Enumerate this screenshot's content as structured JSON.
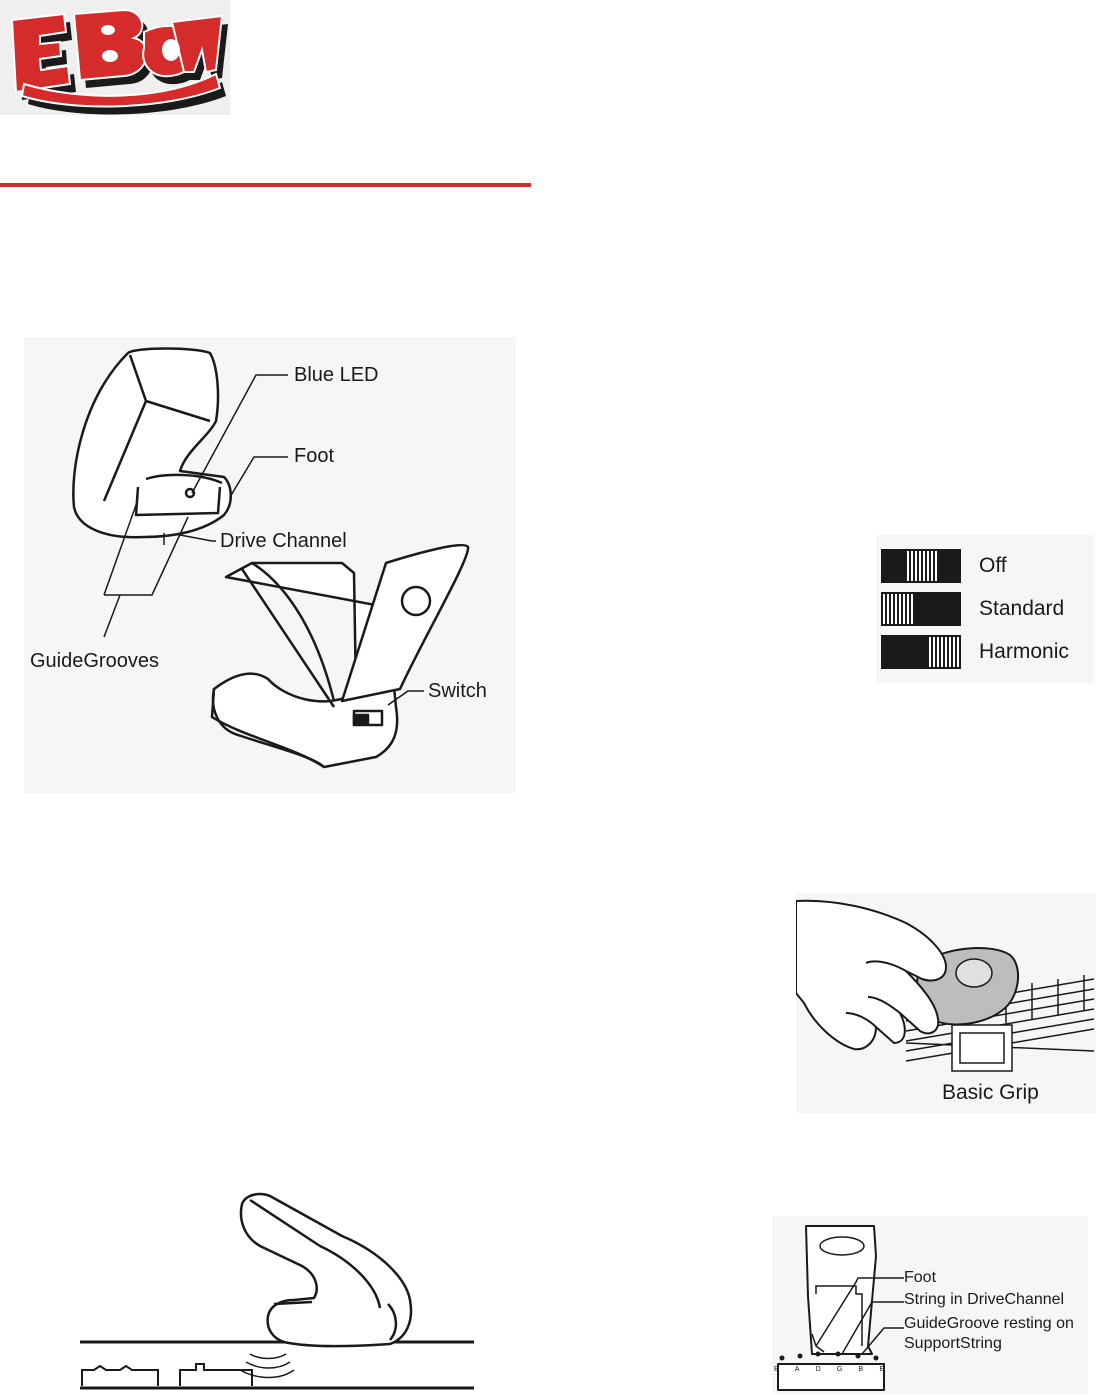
{
  "logo": {
    "text": "E-Bow",
    "colors": {
      "red": "#d62b2b",
      "shadow": "#1a1a1a",
      "white": "#ffffff"
    }
  },
  "accent_rule_color": "#d62b2b",
  "parts_diagram": {
    "labels": {
      "blue_led": "Blue LED",
      "foot": "Foot",
      "drive_channel": "Drive Channel",
      "guide_grooves": "GuideGrooves",
      "switch": "Switch"
    }
  },
  "switch_positions": {
    "items": [
      {
        "label": "Off",
        "position": "center"
      },
      {
        "label": "Standard",
        "position": "left"
      },
      {
        "label": "Harmonic",
        "position": "right"
      }
    ]
  },
  "grip_figure": {
    "caption": "Basic Grip"
  },
  "string_diagram": {
    "labels": {
      "foot": "Foot",
      "string_in_channel": "String in DriveChannel",
      "guidegroove": "GuideGroove resting on SupportString"
    },
    "strings": [
      "E",
      "A",
      "D",
      "G",
      "B",
      "E"
    ]
  }
}
